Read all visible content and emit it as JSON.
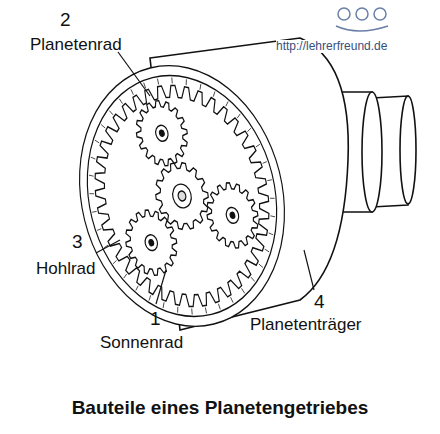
{
  "diagram": {
    "caption": "Bauteile eines Planetengetriebes",
    "labels": [
      "2",
      "Planetenrad",
      "3",
      "Hohlrad",
      "1",
      "Sonnenrad",
      "4",
      "Planetenträger",
      "http://lehrerfreund.de"
    ]
  }
}
